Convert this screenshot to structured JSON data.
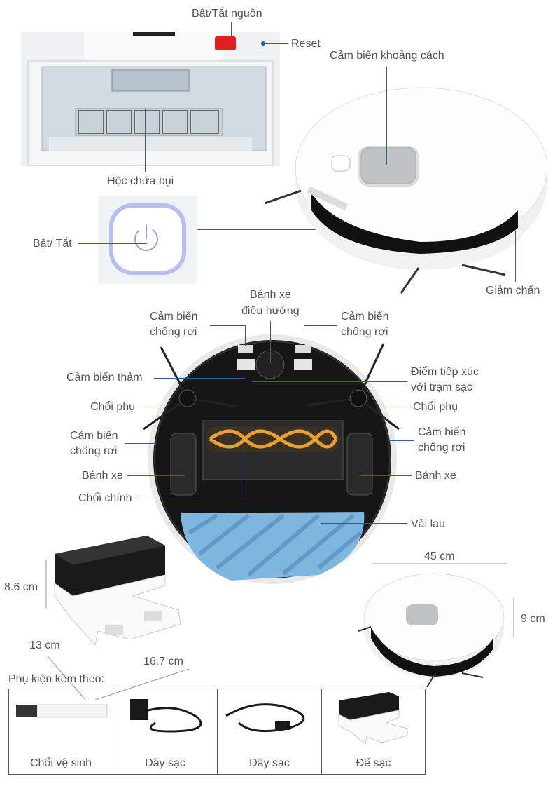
{
  "labels": {
    "power_switch": "Bật/Tắt nguồn",
    "reset": "Reset",
    "distance_sensor": "Cảm biến khoảng cách",
    "dust_bin": "Hộc chứa bụi",
    "power_button": "Bật/ Tắt",
    "bumper": "Giảm chấn",
    "steer_wheel_1": "Bánh xe",
    "steer_wheel_2": "điều hướng",
    "cliff_left_top_1": "Cảm biến",
    "cliff_left_top_2": "chống rơi",
    "cliff_right_top_1": "Cảm biến",
    "cliff_right_top_2": "chống rơi",
    "carpet_sensor": "Cảm biến thảm",
    "charge_contact_1": "Điểm tiếp xúc",
    "charge_contact_2": "với trạm sạc",
    "side_brush_left": "Chổi phụ",
    "side_brush_right": "Chổi phụ",
    "cliff_left_mid_1": "Cảm biến",
    "cliff_left_mid_2": "chống rơi",
    "cliff_right_mid_1": "Cảm biến",
    "cliff_right_mid_2": "chống rơi",
    "wheel_left": "Bánh xe",
    "wheel_right": "Bánh xe",
    "main_brush": "Chổi chính",
    "mop": "Vải lau"
  },
  "dimensions": {
    "dock_height": "8.6 cm",
    "dock_depth": "13 cm",
    "dock_width": "16.7 cm",
    "robot_diameter": "45 cm",
    "robot_height": "9 cm"
  },
  "accessories": {
    "title": "Phụ kiện kèm theo:",
    "items": [
      {
        "label": "Chổi vệ sinh",
        "icon": "cleaning-brush-icon"
      },
      {
        "label": "Dây sạc",
        "icon": "power-adapter-icon"
      },
      {
        "label": "Dây sạc",
        "icon": "power-cord-icon"
      },
      {
        "label": "Đế sạc",
        "icon": "charging-dock-icon"
      }
    ]
  },
  "colors": {
    "leader_line": "#3a5a8a",
    "mop_blue": "#7fb6e0",
    "brush_orange": "#e8a030",
    "switch_red": "#e02020",
    "robot_black": "#1a1a1a"
  }
}
